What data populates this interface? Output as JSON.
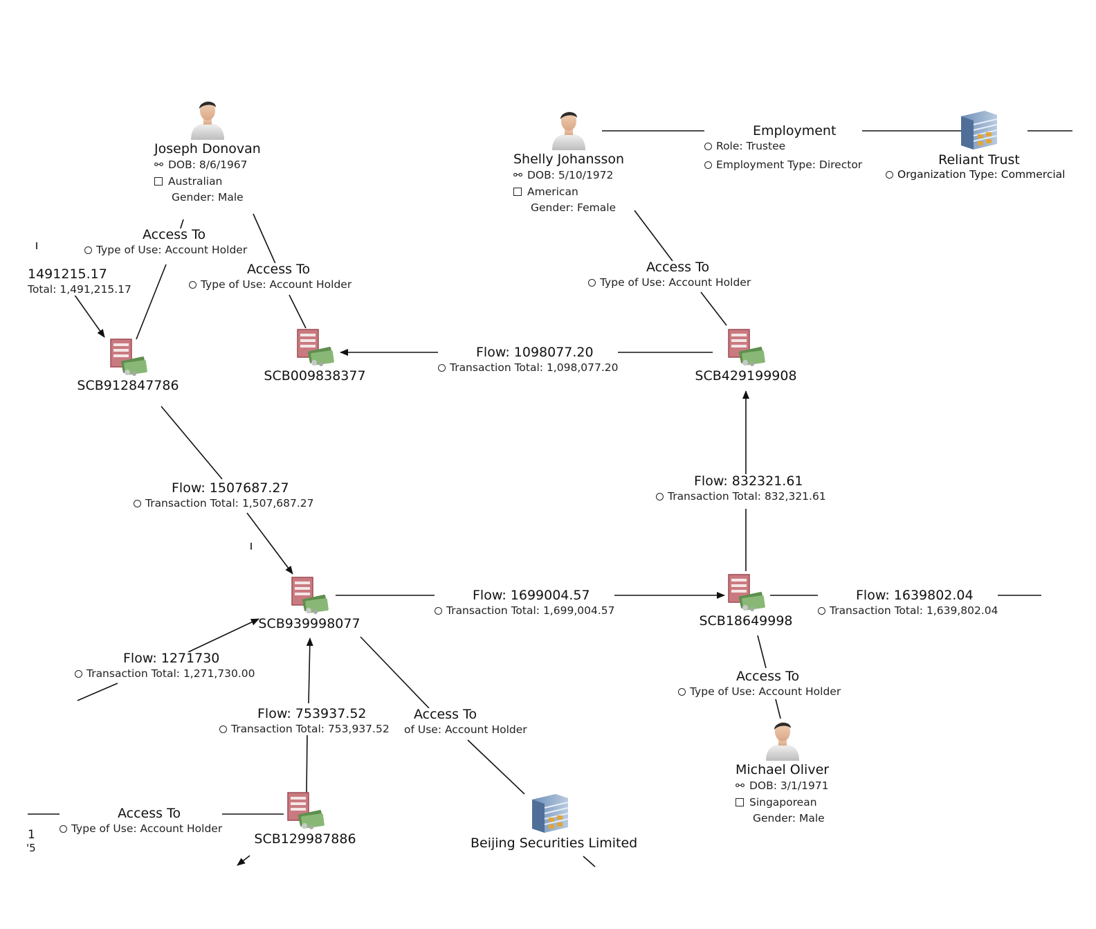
{
  "people": {
    "joseph": {
      "name": "Joseph Donovan",
      "dob": "DOB: 8/6/1967",
      "nationality": "Australian",
      "gender": "Gender: Male"
    },
    "shelly": {
      "name": "Shelly Johansson",
      "dob": "DOB: 5/10/1972",
      "nationality": "American",
      "gender": "Gender: Female"
    },
    "michael": {
      "name": "Michael Oliver",
      "dob": "DOB: 3/1/1971",
      "nationality": "Singaporean",
      "gender": "Gender: Male"
    }
  },
  "organizations": {
    "reliant": {
      "name": "Reliant Trust",
      "attr": "Organization Type: Commercial"
    },
    "beijing": {
      "name": "Beijing Securities Limited"
    }
  },
  "accounts": {
    "a912": "SCB912847786",
    "a009": "SCB009838377",
    "a429": "SCB429199908",
    "a939": "SCB939998077",
    "a186": "SCB18649998",
    "a129": "SCB129987886"
  },
  "links": {
    "employment": {
      "title": "Employment",
      "role": "Role: Trustee",
      "type": "Employment Type: Director"
    },
    "access_jd1": {
      "title": "Access To",
      "attr": "Type of Use: Account Holder"
    },
    "access_jd2": {
      "title": "Access To",
      "attr": "Type of Use: Account Holder"
    },
    "access_sj": {
      "title": "Access To",
      "attr": "Type of Use: Account Holder"
    },
    "access_mo": {
      "title": "Access To",
      "attr": "Type of Use: Account Holder"
    },
    "access_bj": {
      "title": "Access To",
      "attr": "of Use: Account Holder"
    },
    "access_129": {
      "title": "Access To",
      "attr": "Type of Use: Account Holder"
    },
    "flow_1098": {
      "title": "Flow: 1098077.20",
      "attr": "Transaction Total: 1,098,077.20"
    },
    "flow_1507": {
      "title": "Flow: 1507687.27",
      "attr": "Transaction Total: 1,507,687.27"
    },
    "flow_832": {
      "title": "Flow: 832321.61",
      "attr": "Transaction Total: 832,321.61"
    },
    "flow_1699": {
      "title": "Flow: 1699004.57",
      "attr": "Transaction Total: 1,699,004.57"
    },
    "flow_1639": {
      "title": "Flow: 1639802.04",
      "attr": "Transaction Total: 1,639,802.04"
    },
    "flow_1271": {
      "title": "Flow: 1271730",
      "attr": "Transaction Total: 1,271,730.00"
    },
    "flow_753": {
      "title": "Flow: 753937.52",
      "attr": "Transaction Total: 753,937.52"
    },
    "flow_1491": {
      "title": "1491215.17",
      "attr": "Total: 1,491,215.17"
    }
  },
  "fragments": {
    "f1": "1",
    "f2": "'5"
  }
}
